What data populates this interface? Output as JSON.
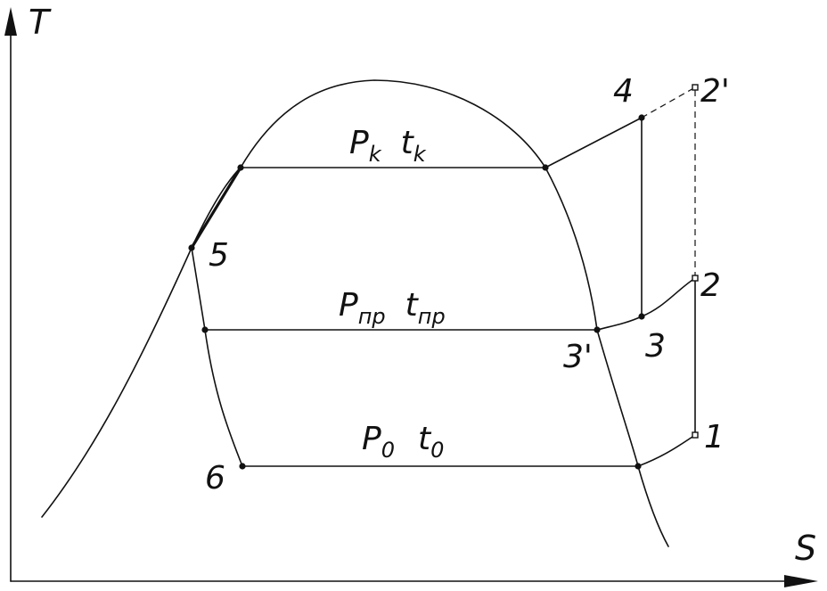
{
  "axes": {
    "y_label": "T",
    "x_label": "S"
  },
  "points": {
    "p1": "1",
    "p2": "2",
    "p2prime": "2'",
    "p3": "3",
    "p3prime": "3'",
    "p4": "4",
    "p5": "5",
    "p6": "6"
  },
  "isobars": {
    "condensing": {
      "p": "P",
      "p_sub": "k",
      "t": "t",
      "t_sub": "k"
    },
    "intermediate": {
      "p": "P",
      "p_sub": "пр",
      "t": "t",
      "t_sub": "пр"
    },
    "evaporating": {
      "p": "P",
      "p_sub": "0",
      "t": "t",
      "t_sub": "0"
    }
  }
}
